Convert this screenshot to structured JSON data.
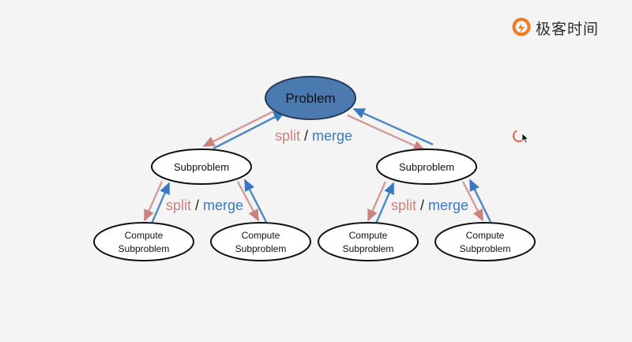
{
  "brand": {
    "name": "极客时间",
    "icon": "geektime-logo-icon",
    "accent": "#f07a1e"
  },
  "diagram": {
    "root": {
      "label": "Problem",
      "fill": "#4a7ab0"
    },
    "sub_left": {
      "label": "Subproblem"
    },
    "sub_right": {
      "label": "Subproblem"
    },
    "leaves": [
      {
        "line1": "Compute",
        "line2": "Subproblem"
      },
      {
        "line1": "Compute",
        "line2": "Subproblem"
      },
      {
        "line1": "Compute",
        "line2": "Subproblem"
      },
      {
        "line1": "Compute",
        "line2": "Subproblem"
      }
    ],
    "edge_labels": [
      {
        "split": "split",
        "sep": "/",
        "merge": "merge"
      },
      {
        "split": "split",
        "sep": "/",
        "merge": "merge"
      },
      {
        "split": "split",
        "sep": "/",
        "merge": "merge"
      }
    ],
    "colors": {
      "split": "#d49a97",
      "merge": "#4f86c6"
    }
  },
  "overlay": {
    "loading_icon": "spinner-icon",
    "cursor_icon": "mouse-cursor-icon"
  }
}
